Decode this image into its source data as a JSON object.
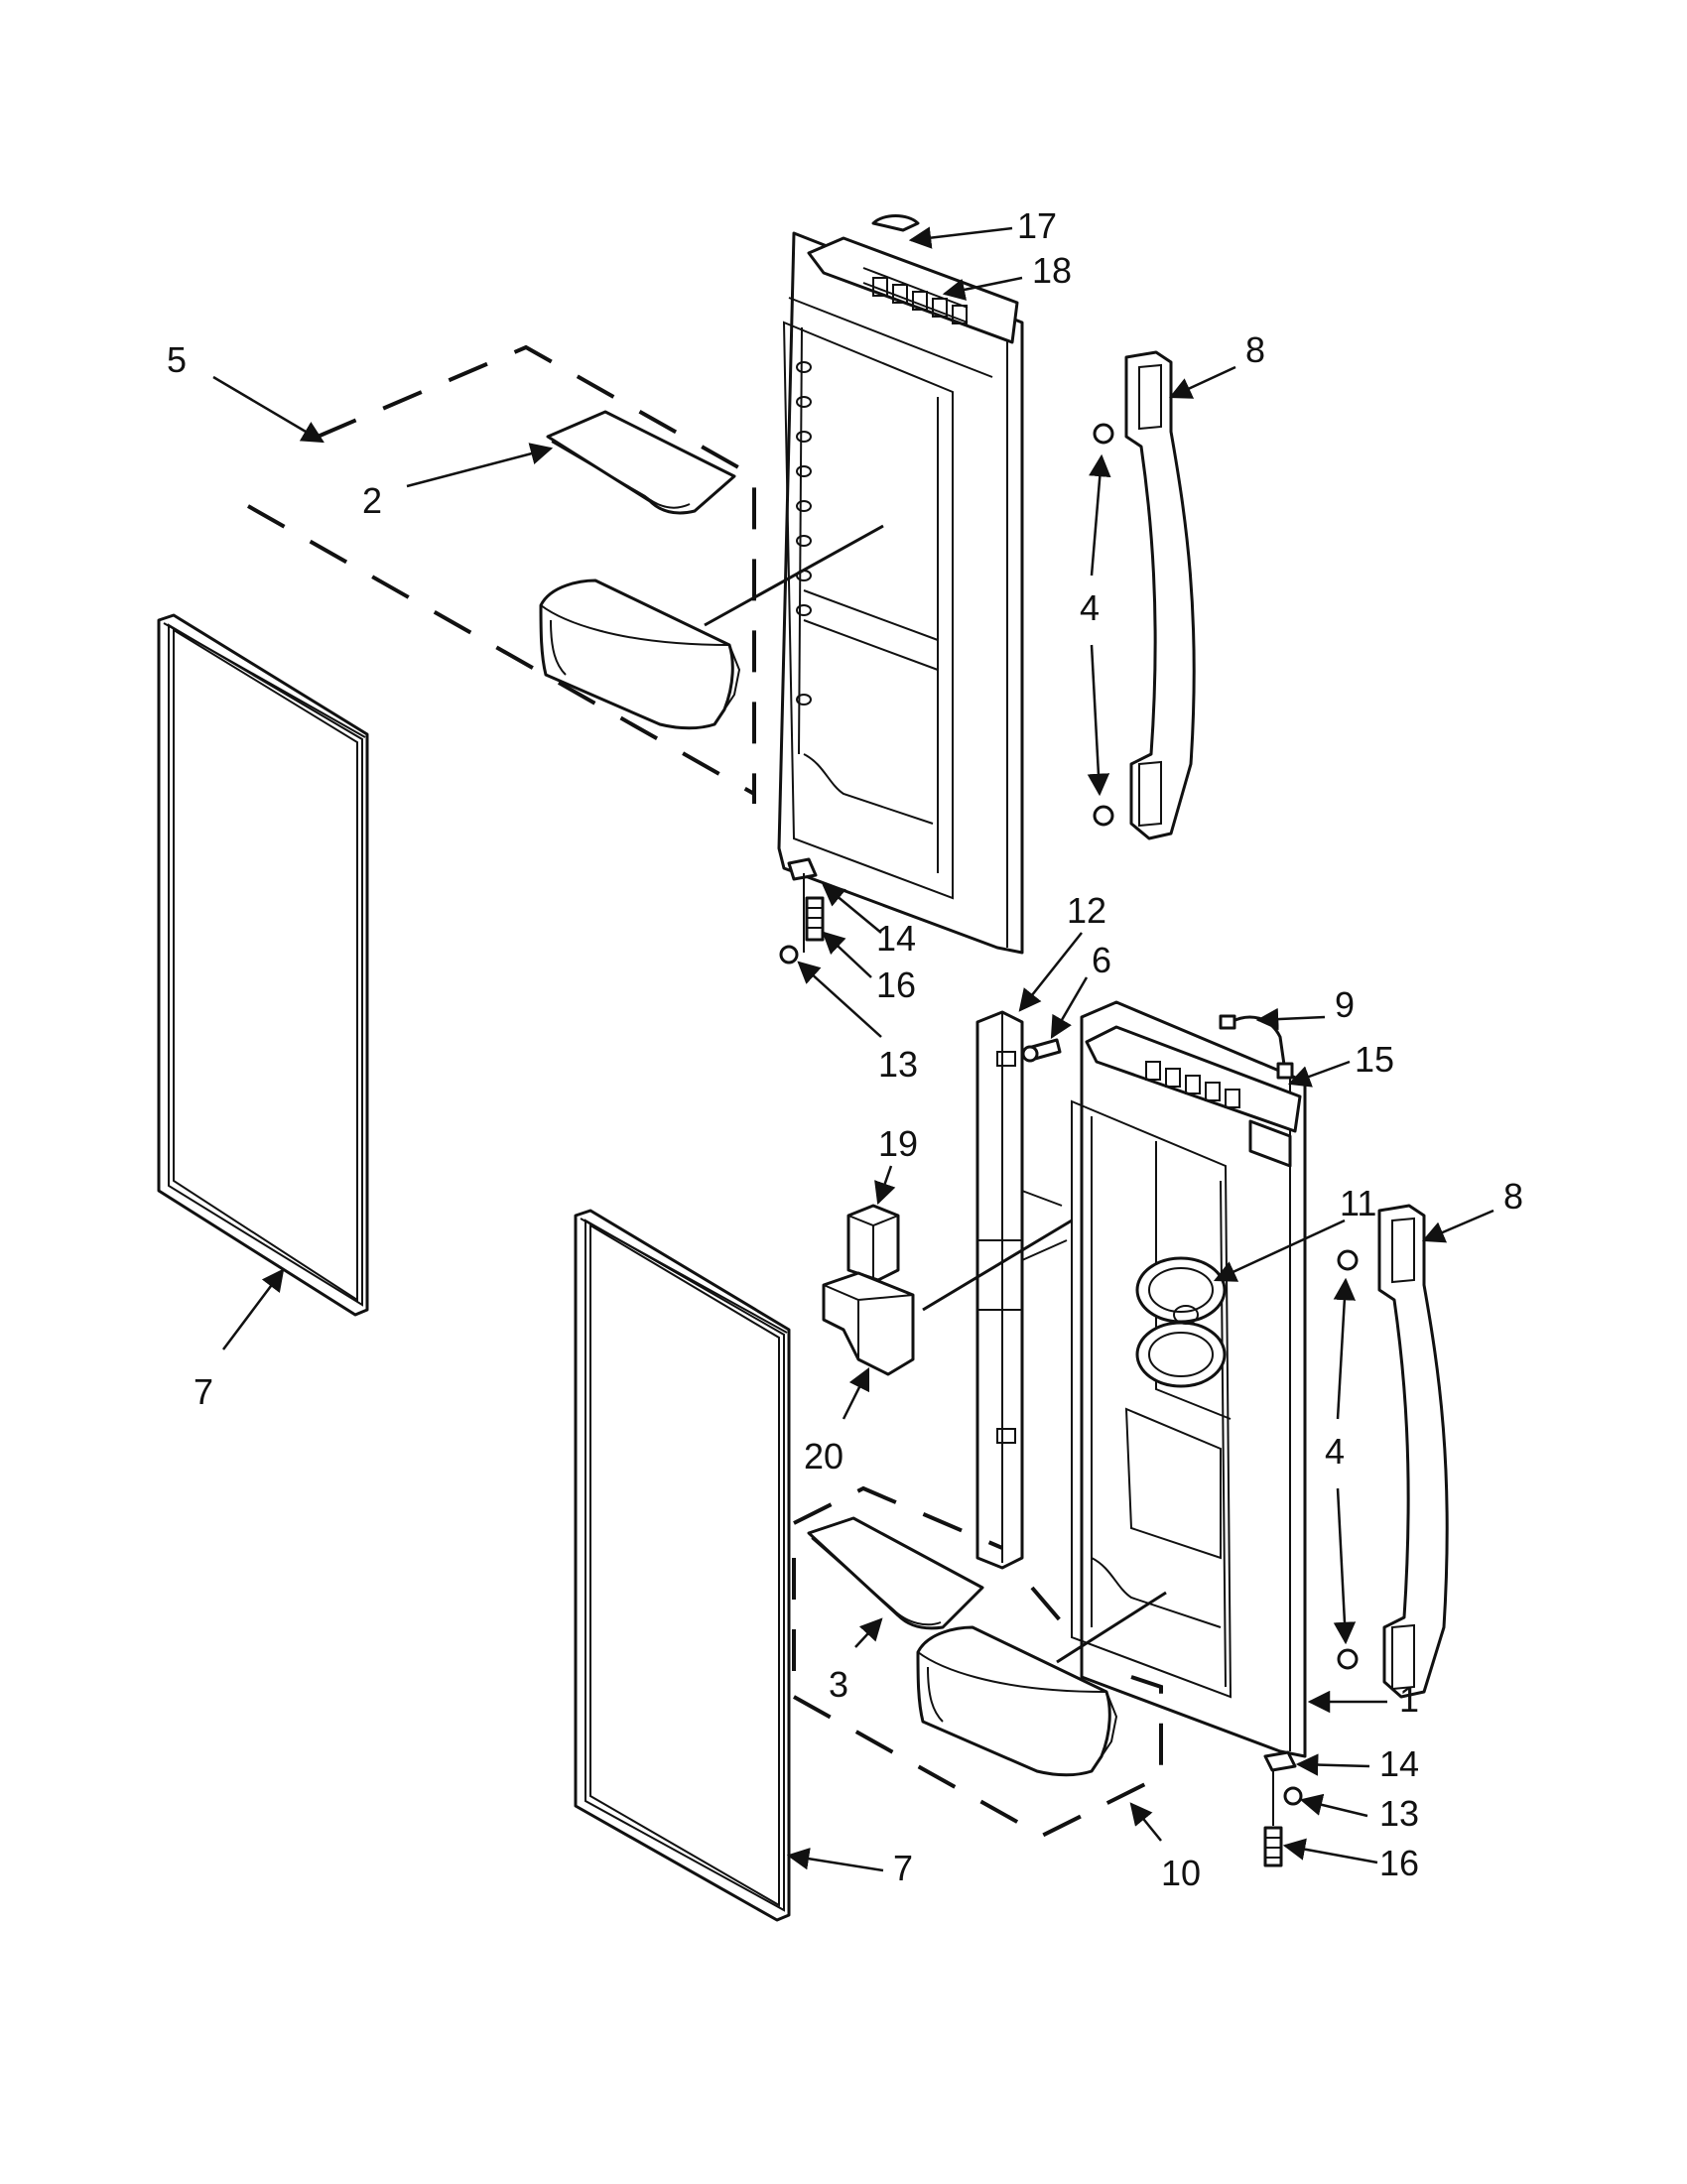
{
  "callouts": {
    "c1": "1",
    "c2": "2",
    "c3": "3",
    "c4a": "4",
    "c4b": "4",
    "c5": "5",
    "c6": "6",
    "c7a": "7",
    "c7b": "7",
    "c8a": "8",
    "c8b": "8",
    "c9": "9",
    "c10": "10",
    "c11": "11",
    "c12": "12",
    "c13a": "13",
    "c13b": "13",
    "c14a": "14",
    "c14b": "14",
    "c15": "15",
    "c16a": "16",
    "c16b": "16",
    "c17": "17",
    "c18": "18",
    "c19": "19",
    "c20": "20"
  },
  "colors": {
    "line": "#111111",
    "background": "#ffffff"
  }
}
